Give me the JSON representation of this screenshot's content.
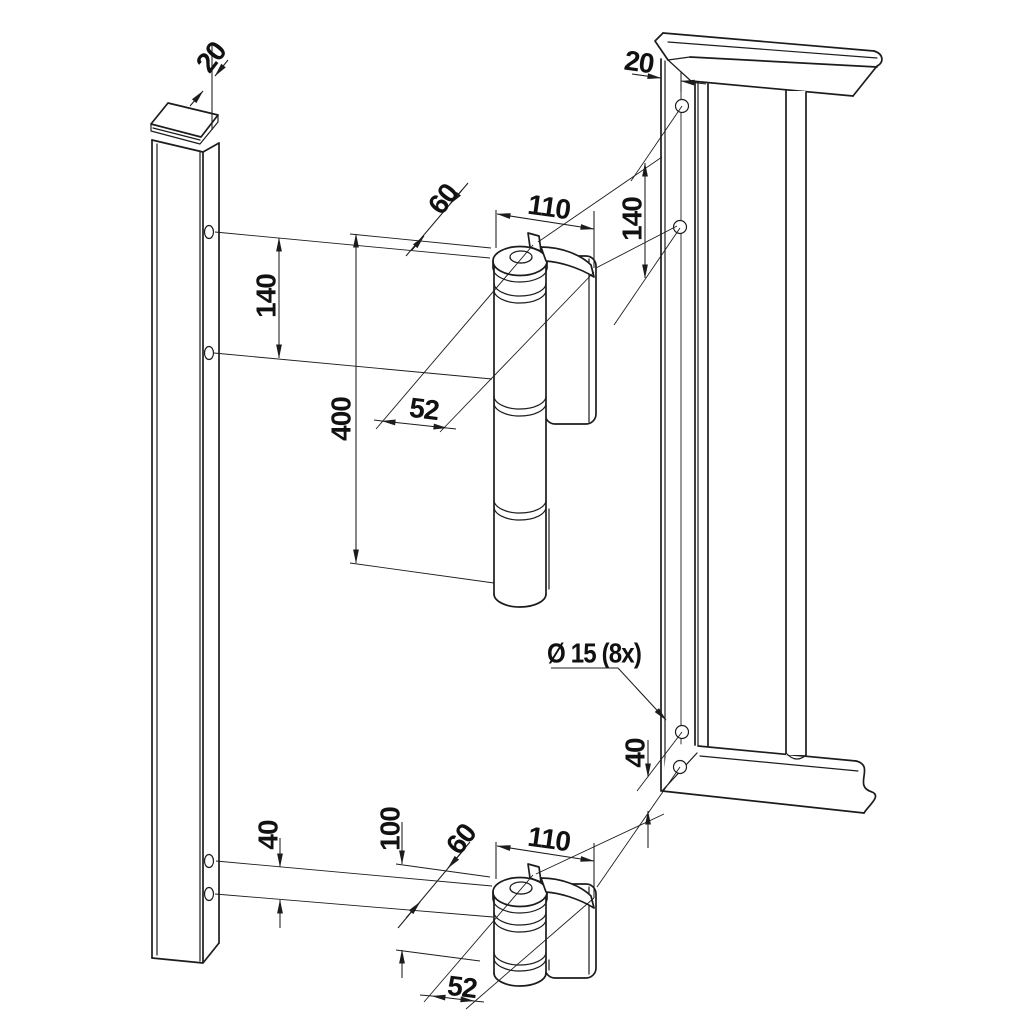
{
  "dims": {
    "post_cap_width": "20",
    "post_top_hole_spacing": "140",
    "hinge_overall_length": "400",
    "hinge_cylinder_offset_top": "52",
    "hinge_depth_top": "60",
    "hinge_width_top": "110",
    "frame_hole_edge_offset": "20",
    "frame_top_hole_spacing": "140",
    "hole_callout": "Ø 15 (8x)",
    "frame_bottom_hole_spacing": "40",
    "post_bottom_hole_spacing": "40",
    "bottom_hinge_length": "100",
    "hinge_depth_bottom": "60",
    "hinge_width_bottom": "110",
    "hinge_cylinder_offset_bottom": "52"
  },
  "colors": {
    "line": "#1c1c1c",
    "background": "#ffffff"
  }
}
